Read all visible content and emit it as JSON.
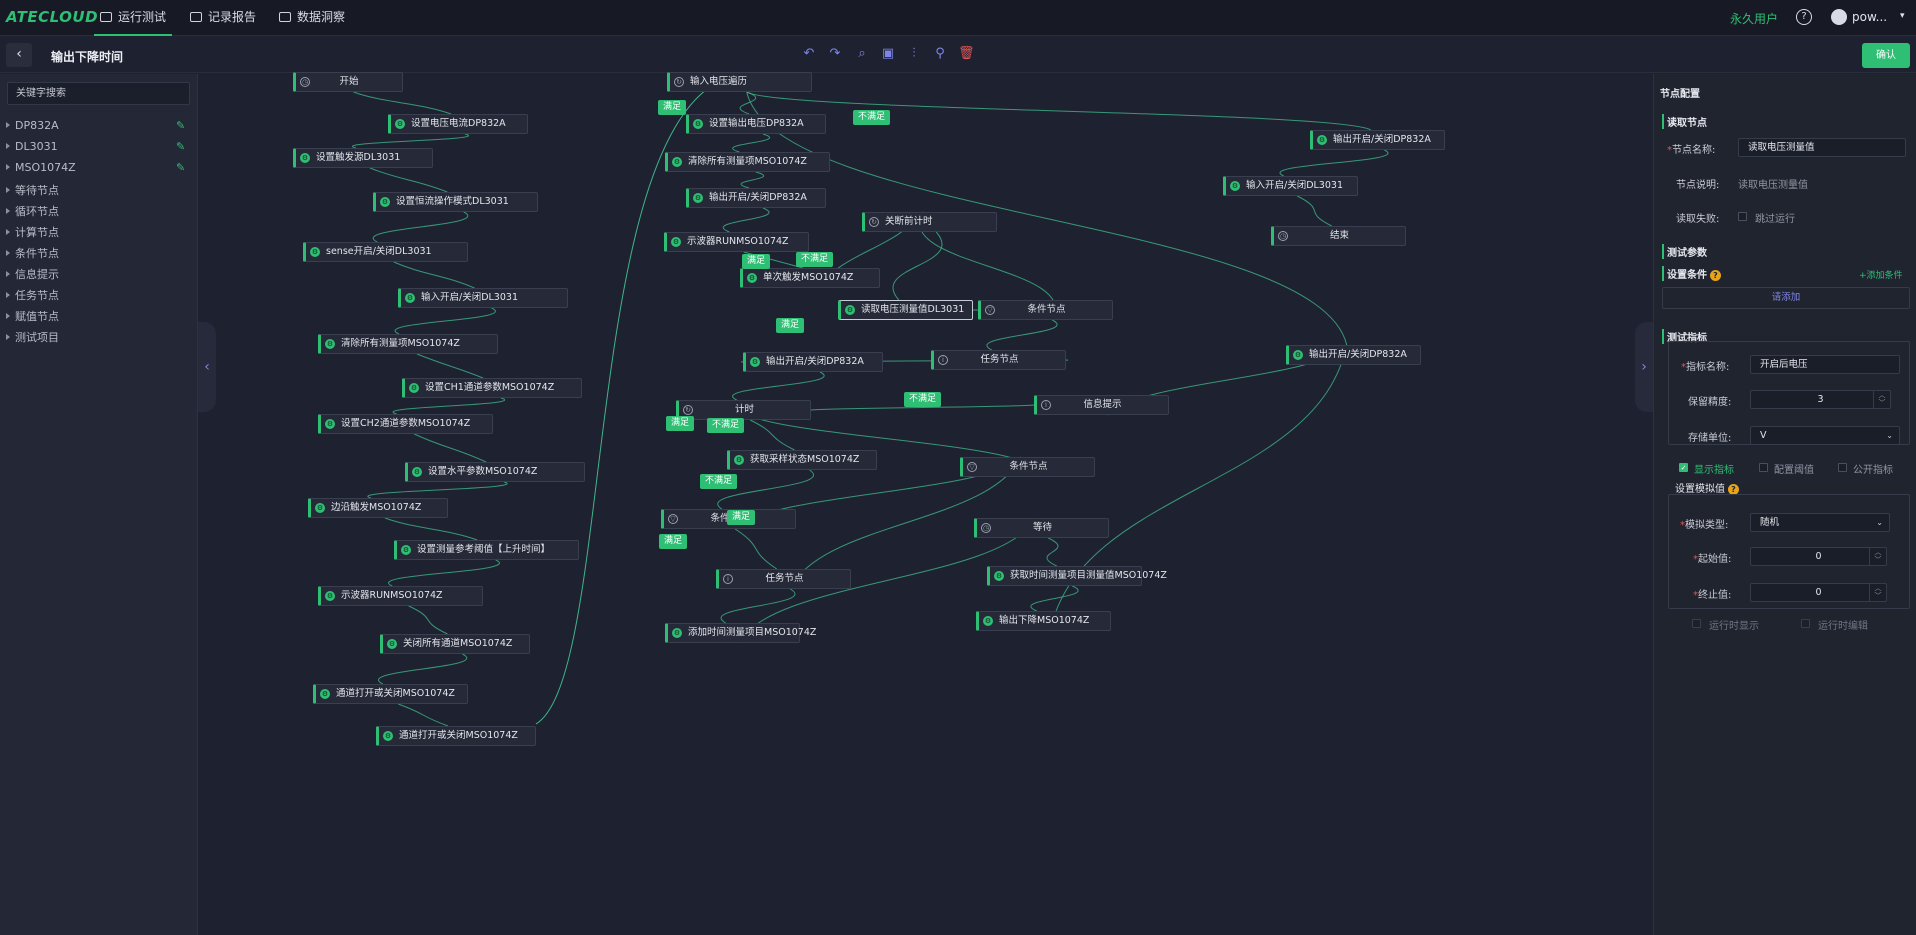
{
  "top": {
    "logo": "ATECLOUD",
    "nav": [
      {
        "label": "运行测试",
        "icon": "monitor-icon"
      },
      {
        "label": "记录报告",
        "icon": "clipboard-icon"
      },
      {
        "label": "数据洞察",
        "icon": "chart-monitor-icon"
      }
    ],
    "user_type": "永久用户",
    "help": "?",
    "username": "pow..."
  },
  "sub": {
    "back": "‹",
    "title": "输出下降时间",
    "tools": [
      "undo-icon",
      "redo-icon",
      "search-icon",
      "image-icon",
      "sliders-icon",
      "plugin-icon",
      "delete-icon"
    ],
    "confirm": "确认"
  },
  "left": {
    "search_placeholder": "关键字搜索",
    "tree": [
      {
        "label": "DP832A",
        "editable": true
      },
      {
        "label": "DL3031",
        "editable": true
      },
      {
        "label": "MSO1074Z",
        "editable": true
      },
      {
        "label": "等待节点"
      },
      {
        "label": "循环节点"
      },
      {
        "label": "计算节点"
      },
      {
        "label": "条件节点"
      },
      {
        "label": "信息提示"
      },
      {
        "label": "任务节点"
      },
      {
        "label": "赋值节点"
      },
      {
        "label": "测试项目"
      }
    ]
  },
  "flow": {
    "nodes": [
      {
        "id": "n1",
        "label": "开始",
        "icon": "clock"
      },
      {
        "id": "n2",
        "label": "设置电压电流DP832A",
        "icon": "gear"
      },
      {
        "id": "n3",
        "label": "设置触发源DL3031",
        "icon": "gear"
      },
      {
        "id": "n4",
        "label": "设置恒流操作模式DL3031",
        "icon": "gear"
      },
      {
        "id": "n5",
        "label": "sense开启/关闭DL3031",
        "icon": "gear"
      },
      {
        "id": "n6",
        "label": "输入开启/关闭DL3031",
        "icon": "gear"
      },
      {
        "id": "n7",
        "label": "清除所有测量项MSO1074Z",
        "icon": "gear"
      },
      {
        "id": "n8",
        "label": "设置CH1通道参数MSO1074Z",
        "icon": "gear"
      },
      {
        "id": "n9",
        "label": "设置CH2通道参数MSO1074Z",
        "icon": "gear"
      },
      {
        "id": "n10",
        "label": "设置水平参数MSO1074Z",
        "icon": "gear"
      },
      {
        "id": "n11",
        "label": "边沿触发MSO1074Z",
        "icon": "gear"
      },
      {
        "id": "n12",
        "label": "设置测量参考阈值【上升时间】",
        "icon": "gear"
      },
      {
        "id": "n13",
        "label": "示波器RUNMSO1074Z",
        "icon": "gear"
      },
      {
        "id": "n14",
        "label": "关闭所有通道MSO1074Z",
        "icon": "gear"
      },
      {
        "id": "n15",
        "label": "通道打开或关闭MSO1074Z",
        "icon": "gear"
      },
      {
        "id": "n16",
        "label": "通道打开或关闭MSO1074Z",
        "icon": "gear"
      },
      {
        "id": "n17",
        "label": "输入电压遍历",
        "icon": "loop"
      },
      {
        "id": "n18",
        "label": "设置输出电压DP832A",
        "icon": "gear"
      },
      {
        "id": "n19",
        "label": "清除所有测量项MSO1074Z",
        "icon": "gear"
      },
      {
        "id": "n20",
        "label": "输出开启/关闭DP832A",
        "icon": "gear"
      },
      {
        "id": "n21",
        "label": "示波器RUNMSO1074Z",
        "icon": "gear"
      },
      {
        "id": "n22",
        "label": "关断前计时",
        "icon": "loop"
      },
      {
        "id": "n23",
        "label": "单次触发MSO1074Z",
        "icon": "gear"
      },
      {
        "id": "n24",
        "label": "读取电压测量值DL3031",
        "icon": "gear"
      },
      {
        "id": "n25",
        "label": "条件节点",
        "icon": "filter"
      },
      {
        "id": "n26",
        "label": "任务节点",
        "icon": "info"
      },
      {
        "id": "n27",
        "label": "输出开启/关闭DP832A",
        "icon": "gear"
      },
      {
        "id": "n28",
        "label": "计时",
        "icon": "loop"
      },
      {
        "id": "n29",
        "label": "信息提示",
        "icon": "info"
      },
      {
        "id": "n30",
        "label": "获取采样状态MSO1074Z",
        "icon": "gear"
      },
      {
        "id": "n31",
        "label": "条件节点",
        "icon": "filter"
      },
      {
        "id": "n32",
        "label": "条件节点",
        "icon": "filter"
      },
      {
        "id": "n33",
        "label": "任务节点",
        "icon": "info"
      },
      {
        "id": "n34",
        "label": "等待",
        "icon": "clock"
      },
      {
        "id": "n35",
        "label": "添加时间测量项目MSO1074Z",
        "icon": "gear"
      },
      {
        "id": "n36",
        "label": "获取时间测量项目测量值MSO1074Z",
        "icon": "gear"
      },
      {
        "id": "n37",
        "label": "输出下降MSO1074Z",
        "icon": "gear"
      },
      {
        "id": "n38",
        "label": "输出开启/关闭DP832A",
        "icon": "gear"
      },
      {
        "id": "n39",
        "label": "输入开启/关闭DL3031",
        "icon": "gear"
      },
      {
        "id": "n40",
        "label": "结束",
        "icon": "clock"
      },
      {
        "id": "n41",
        "label": "输出开启/关闭DP832A",
        "icon": "gear"
      }
    ],
    "badges": [
      "满足",
      "不满足",
      "满足",
      "不满足",
      "满足",
      "不满足",
      "满足",
      "不满足",
      "不满足",
      "满足",
      "满足"
    ]
  },
  "right": {
    "title": "节点配置",
    "read_section": "读取节点",
    "node_name_label": "节点名称:",
    "node_name_value": "读取电压测量值",
    "node_desc_label": "节点说明:",
    "node_desc_value": "读取电压测量值",
    "fail_label": "读取失败:",
    "skip_label": "跳过运行",
    "test_params": "测试参数",
    "condition_label": "设置条件",
    "add_condition": "+添加条件",
    "please_add": "请添加",
    "metric_section": "测试指标",
    "metric_name_label": "指标名称:",
    "metric_name_value": "开启后电压",
    "precision_label": "保留精度:",
    "precision_value": "3",
    "unit_label": "存储单位:",
    "unit_value": "V",
    "show_metric": "显示指标",
    "config_threshold": "配置阈值",
    "public_metric": "公开指标",
    "sim_label": "设置模拟值",
    "sim_type_label": "模拟类型:",
    "sim_type_value": "随机",
    "start_label": "起始值:",
    "start_value": "0",
    "end_label": "终止值:",
    "end_value": "0",
    "runtime_show": "运行时显示",
    "runtime_edit": "运行时编辑"
  }
}
